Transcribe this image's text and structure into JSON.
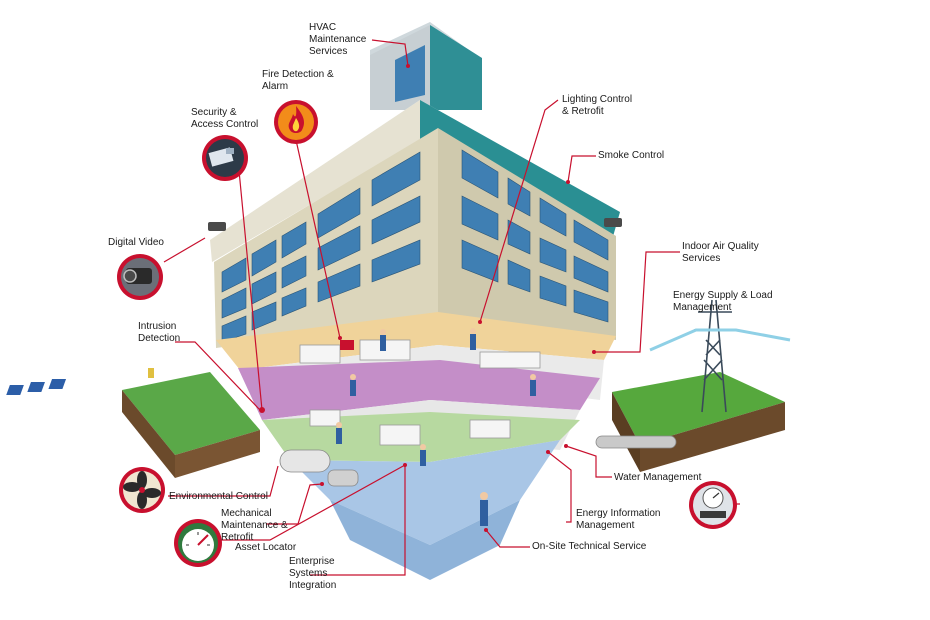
{
  "labels": {
    "hvac": "HVAC\nMaintenance\nServices",
    "fire": "Fire Detection &\nAlarm",
    "security": "Security &\nAccess Control",
    "lighting": "Lighting Control\n& Retrofit",
    "smoke": "Smoke Control",
    "digital_video": "Digital Video",
    "indoor_air": "Indoor Air Quality\nServices",
    "energy_supply": "Energy Supply & Load\nManagement",
    "intrusion": "Intrusion\nDetection",
    "water": "Water Management",
    "environmental": "Environmental Control",
    "mechanical": "Mechanical\nMaintenance &\nRetrofit",
    "energy_info": "Energy Information\nManagement",
    "asset": "Asset Locator",
    "onsite": "On-Site Technical Service",
    "enterprise": "Enterprise\nSystems\nIntegration"
  },
  "icons": [
    "fire-icon",
    "security-card-reader-icon",
    "digital-video-camera-icon",
    "fan-icon",
    "gauge-icon",
    "energy-meter-icon",
    "power-tower-icon",
    "security-camera-icon"
  ],
  "colors": {
    "leader_line": "#c8102e",
    "icon_ring": "#c8102e",
    "facade": "#d9d3b8",
    "window": "#3f7fb3",
    "roof": "#2f8f95",
    "floor_purple": "#b07ab8",
    "floor_green": "#7fbf5f",
    "floor_blue": "#8fb3d9",
    "ground": "#4fa33a",
    "soil": "#6b4a2b"
  }
}
